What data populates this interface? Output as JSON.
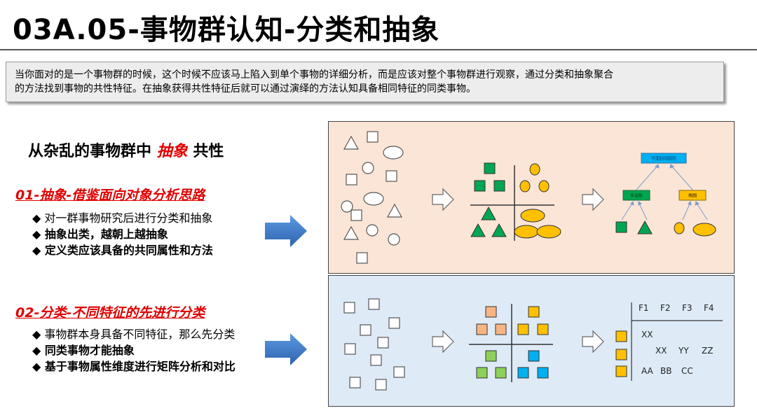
{
  "title": "03A.05-事物群认知-分类和抽象",
  "intro": {
    "line1": "当你面对的是一个事物群的时候，这个时候不应该马上陷入到单个事物的详细分析，而是应该对整个事物群进行观察，通过分类和抽象聚合",
    "line2": "的方法找到事物的共性特征。在抽象获得共性特征后就可以通过演绎的方法认知具备相同特征的同类事物。"
  },
  "heading": {
    "pre": "从杂乱的事物群中 ",
    "em": "抽象",
    "post": " 共性"
  },
  "section1": {
    "title": "01-抽象-借鉴面向对象分析思路",
    "bullets": [
      "◆ 对一群事物研究后进行分类和抽象",
      "◆ 抽象出类，越朝上越抽象",
      "◆ 定义类应该具备的共同属性和方法"
    ]
  },
  "section2": {
    "title": "02-分类-不同特征的先进行分类",
    "bullets": [
      "◆ 事物群本身具备不同特征，那么先分类",
      "◆ 同类事物才能抽象",
      "◆ 基于事物属性维度进行矩阵分析和对比"
    ]
  },
  "tree": {
    "top": "平面封闭图形",
    "left": "多边形",
    "right": "椭圆"
  },
  "matrix": {
    "cols": [
      "F1",
      "F2",
      "F3",
      "F4"
    ],
    "row1": "XX",
    "row2": [
      "XX",
      "YY",
      "ZZ"
    ],
    "row3": [
      "AA",
      "BB",
      "CC"
    ]
  },
  "colors": {
    "green": "#00a651",
    "yellow": "#ffc000",
    "orange": "#f8b584",
    "lightgreen": "#8dd05a",
    "blue": "#00b0f0",
    "arrow": "#3f7fd4"
  }
}
